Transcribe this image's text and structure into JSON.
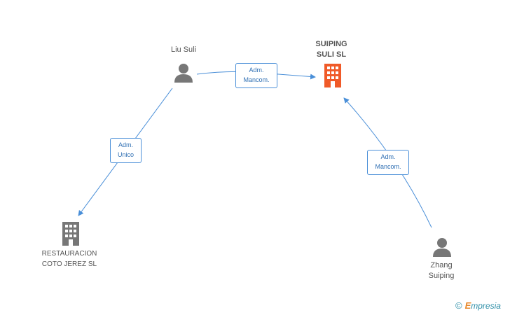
{
  "nodes": {
    "liu_suli": {
      "label": "Liu Suli",
      "type": "person"
    },
    "suiping": {
      "label_line1": "SUIPING",
      "label_line2": "SULI SL",
      "type": "company",
      "highlight": true
    },
    "restauracion": {
      "label_line1": "RESTAURACION",
      "label_line2": "COTO JEREZ SL",
      "type": "company"
    },
    "zhang": {
      "label_line1": "Zhang",
      "label_line2": "Suiping",
      "type": "person"
    }
  },
  "edges": {
    "liu_to_suiping": {
      "line1": "Adm.",
      "line2": "Mancom."
    },
    "liu_to_restauracion": {
      "line1": "Adm.",
      "line2": "Unico"
    },
    "zhang_to_suiping": {
      "line1": "Adm.",
      "line2": "Mancom."
    }
  },
  "brand": {
    "copyright": "©",
    "initial": "E",
    "rest": "mpresia"
  },
  "colors": {
    "edge": "#4a8fd8",
    "person_icon": "#777777",
    "company_icon": "#777777",
    "highlight_company_icon": "#f05a28"
  }
}
